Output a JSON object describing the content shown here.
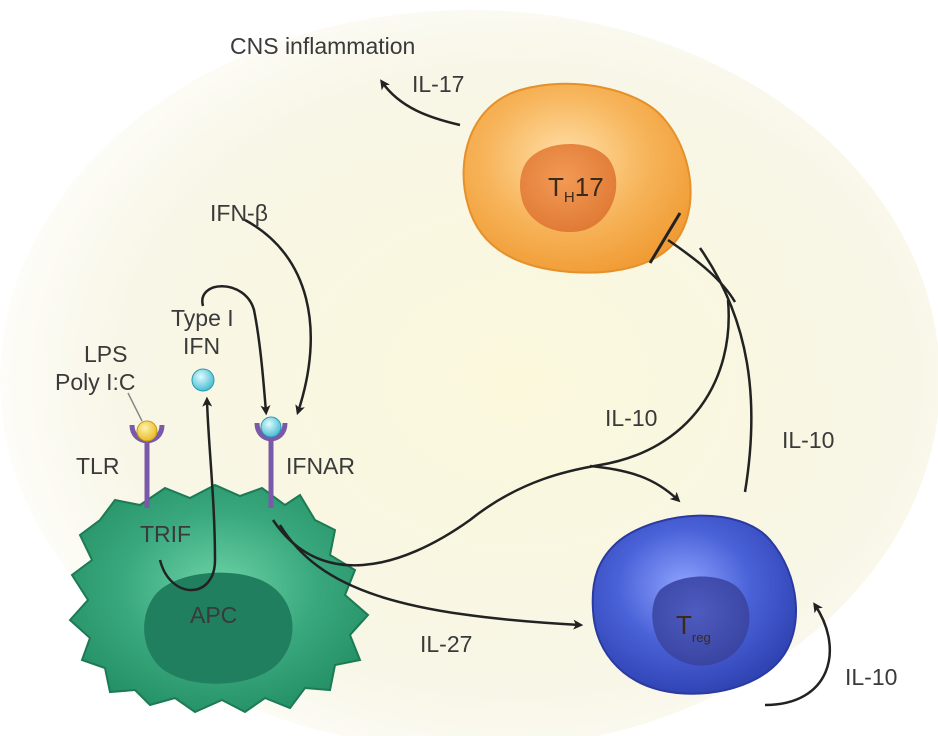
{
  "labels": {
    "cns": "CNS inflammation",
    "il17": "IL-17",
    "ifn_beta": "IFN-β",
    "type_i": "Type I",
    "ifn": "IFN",
    "lps": "LPS",
    "poly_ic": "Poly I:C",
    "tlr": "TLR",
    "ifnar": "IFNAR",
    "trif": "TRIF",
    "apc": "APC",
    "il10_middle": "IL-10",
    "il10_right": "IL-10",
    "il10_loop": "IL-10",
    "il27": "IL-27"
  },
  "cells": {
    "th17": {
      "main": "T",
      "sub": "H",
      "suffix": "17"
    },
    "treg": {
      "main": "T",
      "sub": "reg"
    }
  },
  "colors": {
    "th17_cell": "#f5a340",
    "th17_nucleus": "#e8823a",
    "treg_cell": "#3b4fc4",
    "treg_nucleus": "#3542a8",
    "apc_cell": "#2f9a72",
    "apc_nucleus": "#1f7a5a",
    "receptor": "#7a5aa8",
    "lps_ligand": "#f2c94c",
    "ifn_ligand": "#6fd0e0",
    "arrow": "#222222"
  }
}
